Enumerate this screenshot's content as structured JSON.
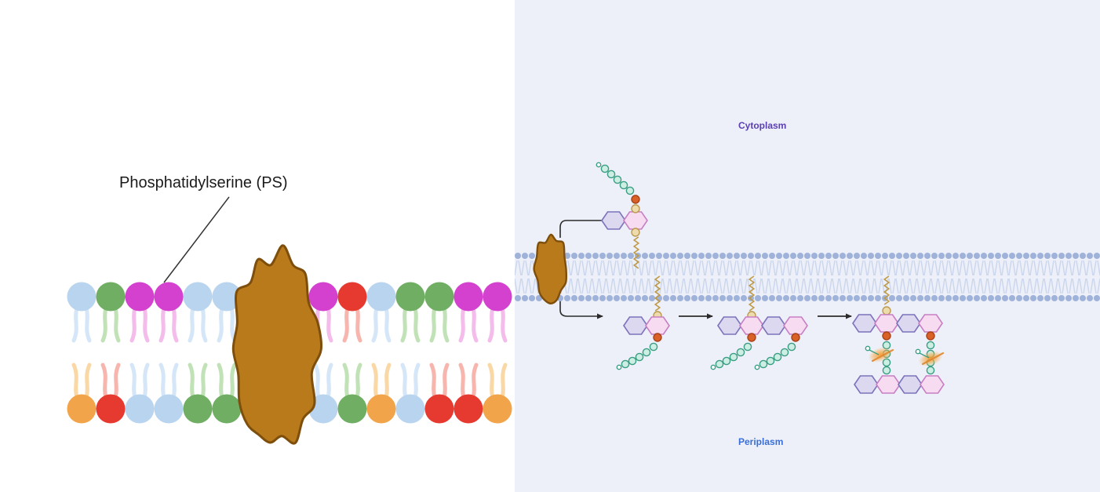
{
  "page": {
    "background": "#ffffff"
  },
  "left_diagram": {
    "label": "Phosphatidylserine (PS)",
    "palette": {
      "blue": "#b9d4ee",
      "green": "#6fae63",
      "magenta": "#d341ce",
      "orange": "#f2a44a",
      "red": "#e6392f"
    },
    "tail_palette": {
      "blue": "#d4e6f7",
      "green": "#c1e2b6",
      "magenta": "#f4bcea",
      "orange": "#fad8a6",
      "red": "#f7b5ad"
    },
    "top_heads": [
      "blue",
      "green",
      "magenta",
      "magenta",
      "blue",
      "blue",
      "orange",
      "magenta",
      "red",
      "blue",
      "green",
      "green",
      "magenta",
      "magenta"
    ],
    "bottom_heads": [
      "orange",
      "red",
      "blue",
      "blue",
      "green",
      "green",
      "blue",
      "blue",
      "green",
      "orange",
      "blue",
      "red",
      "red",
      "orange"
    ],
    "protein_fill": "#b97a1b",
    "protein_stroke": "#7e4f0c",
    "pointer_color": "#333333"
  },
  "right_diagram": {
    "background": "#edf0f8",
    "cytoplasm_label": "Cytoplasm",
    "cytoplasm_color": "#5b3fb3",
    "periplasm_label": "Periplasm",
    "periplasm_color": "#3a6fd8",
    "membrane": {
      "head_color": "#9fb2d9",
      "tail_color": "#ccd7ee"
    },
    "protein_fill": "#b97a1b",
    "protein_stroke": "#7e4f0c",
    "sugar_colors": {
      "glcnac_fill": "#dbd8f0",
      "glcnac_stroke": "#7b72bb",
      "murnac_fill": "#f7dcf1",
      "murnac_stroke": "#c77fc4",
      "peptide_fill": "#cdeee2",
      "peptide_stroke": "#3a9e85",
      "anchor_fill": "#eedbab",
      "anchor_stroke": "#bb9a4f",
      "pyro_fill": "#d96026",
      "pyro_stroke": "#a84318",
      "lipid_tail_color": "#bf9a45",
      "arrow_color": "#2b2b2b",
      "glow_color": "#f79b2e",
      "crosslink_color": "#e0882f"
    }
  }
}
